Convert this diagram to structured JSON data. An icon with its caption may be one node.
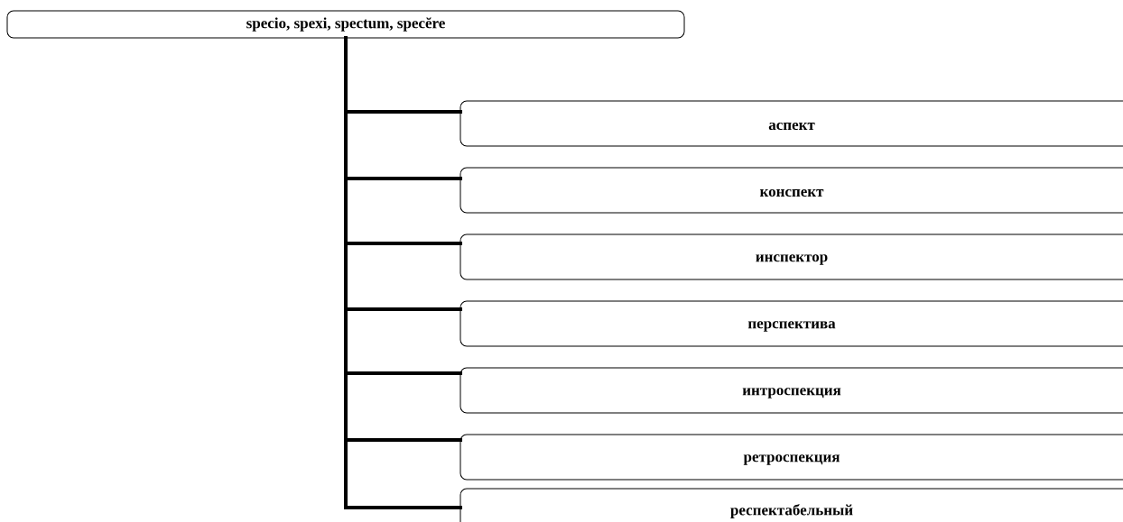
{
  "diagram": {
    "nodes": [
      {
        "text": [
          "specio, spexi, spectum, specĕre"
        ]
      },
      {
        "text": [
          "аспект"
        ]
      },
      {
        "text": [
          "конспект"
        ]
      },
      {
        "text": [
          "инспектор"
        ]
      },
      {
        "text": [
          "перспектива"
        ]
      },
      {
        "text": [
          "интроспекция"
        ]
      },
      {
        "text": [
          "ретроспекция"
        ]
      },
      {
        "text": [
          "респектабельный"
        ]
      }
    ],
    "edges": [
      {
        "from": 0,
        "to": 1,
        "arrow": "none"
      },
      {
        "from": 0,
        "to": 2,
        "arrow": "none"
      },
      {
        "from": 0,
        "to": 3,
        "arrow": "none"
      },
      {
        "from": 0,
        "to": 4,
        "arrow": "none"
      },
      {
        "from": 0,
        "to": 5,
        "arrow": "none"
      },
      {
        "from": 0,
        "to": 6,
        "arrow": "none"
      },
      {
        "from": 0,
        "to": 7,
        "arrow": "none"
      }
    ]
  }
}
